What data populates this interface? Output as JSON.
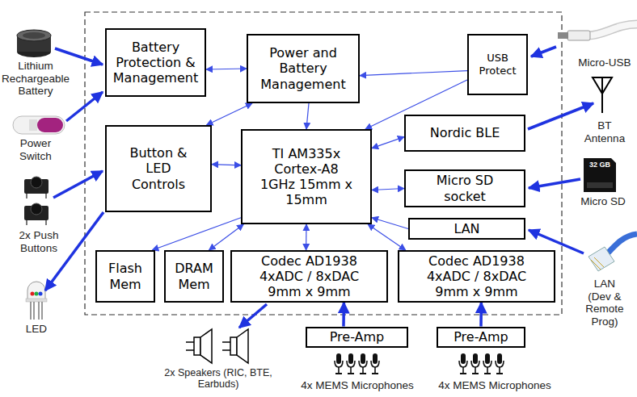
{
  "diagram": {
    "nodes": [
      {
        "text": [
          "Battery Protection & Management"
        ]
      },
      {
        "text": [
          "Power and Battery Management"
        ]
      },
      {
        "text": [
          "USB Protect"
        ]
      },
      {
        "text": [
          "Button & LED Controls"
        ]
      },
      {
        "text": [
          "TI AM335x Cortex-A8 1GHz 15mm x 15mm"
        ]
      },
      {
        "text": [
          "Nordic BLE"
        ]
      },
      {
        "text": [
          "Micro SD socket"
        ]
      },
      {
        "text": [
          "LAN"
        ]
      },
      {
        "text": [
          "Flash Mem"
        ]
      },
      {
        "text": [
          "DRAM Mem"
        ]
      },
      {
        "text": [
          "Codec AD1938 4xADC / 8xDAC 9mm x 9mm"
        ]
      },
      {
        "text": [
          "Codec AD1938 4xADC / 8xDAC 9mm x 9mm"
        ]
      },
      {
        "text": [
          "Pre-Amp"
        ]
      },
      {
        "text": [
          "Pre-Amp"
        ]
      }
    ],
    "edges": [
      {
        "from": 0,
        "to": 1,
        "arrow": "both"
      },
      {
        "from": 2,
        "to": 1,
        "arrow": "to"
      },
      {
        "from": 2,
        "to": 4,
        "arrow": "to"
      },
      {
        "from": 1,
        "to": 4,
        "arrow": "to"
      },
      {
        "from": 1,
        "to": 3,
        "arrow": "both"
      },
      {
        "from": 3,
        "to": 4,
        "arrow": "both"
      },
      {
        "from": 4,
        "to": 5,
        "arrow": "both"
      },
      {
        "from": 4,
        "to": 6,
        "arrow": "both"
      },
      {
        "from": 7,
        "to": 4,
        "arrow": "to"
      },
      {
        "from": 4,
        "to": 8,
        "arrow": "to"
      },
      {
        "from": 4,
        "to": 9,
        "arrow": "both"
      },
      {
        "from": 4,
        "to": 10,
        "arrow": "both"
      },
      {
        "from": 4,
        "to": 11,
        "arrow": "both"
      },
      {
        "from": 12,
        "to": 10,
        "arrow": "to"
      },
      {
        "from": 13,
        "to": 11,
        "arrow": "to"
      }
    ],
    "labels": [
      "Lithium Rechargeable Battery",
      "Power Switch",
      "2x Push Buttons",
      "LED",
      "Micro-USB",
      "BT Antenna",
      "32 GB",
      "Micro SD",
      "LAN (Dev & Remote Prog)",
      "2x Speakers (RIC, BTE, Earbuds)",
      "4x MEMS Microphones",
      "4x MEMS Microphones"
    ]
  }
}
